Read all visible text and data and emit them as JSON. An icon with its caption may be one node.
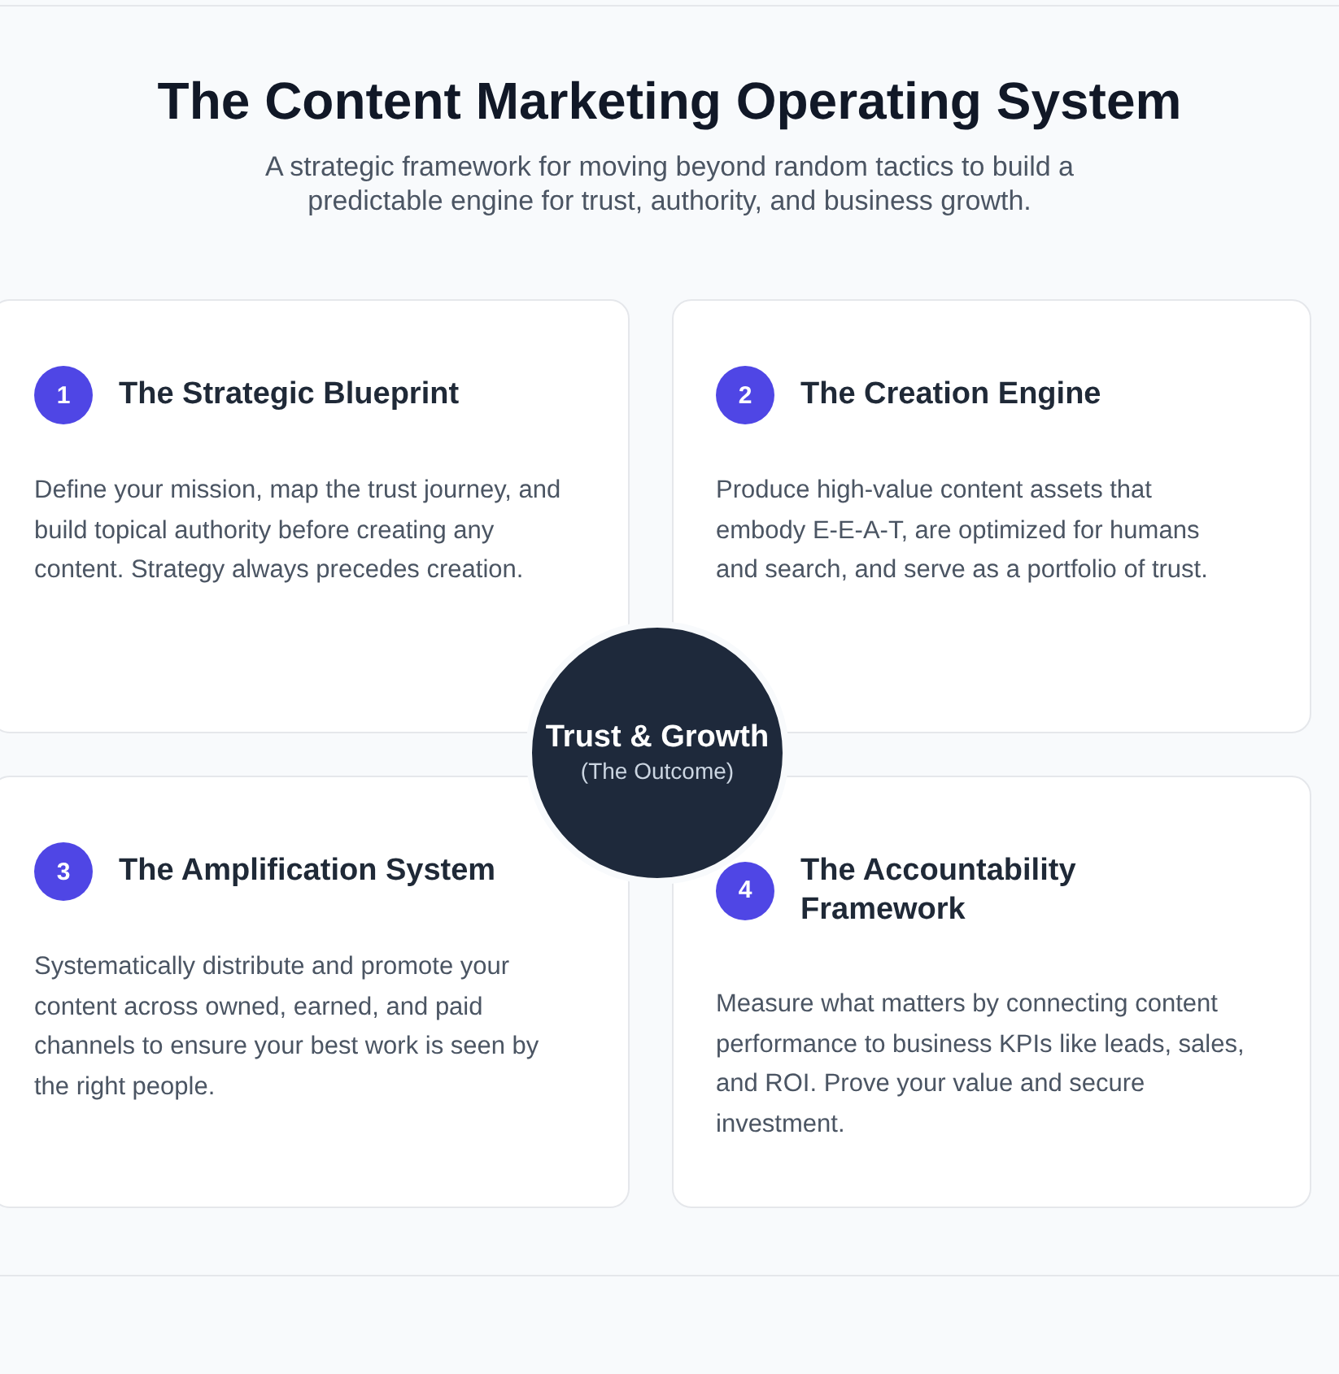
{
  "diagram": {
    "title": "The Content Marketing Operating System",
    "nodes": [
      {
        "text": [
          "The Strategic Blueprint",
          "Define your mission, map the trust journey, and build topical authority before creating any content. Strategy always precedes creation."
        ]
      },
      {
        "text": [
          "1"
        ],
        "in": 0
      },
      {
        "text": [
          "The Creation Engine",
          "Produce high-value content assets that embody E-E-A-T, are optimized for humans and search, and serve as a portfolio of trust."
        ]
      },
      {
        "text": [
          "2"
        ],
        "in": 2
      },
      {
        "text": [
          "The Amplification System",
          "Systematically distribute and promote your content across owned, earned, and paid channels to ensure your best work is seen by the right people."
        ]
      },
      {
        "text": [
          "3"
        ],
        "in": 4
      },
      {
        "text": [
          "The Accountability Framework",
          "Measure what matters by connecting content performance to business KPIs like leads, sales, and ROI. Prove your value and secure investment."
        ]
      },
      {
        "text": [
          "4"
        ],
        "in": 6
      },
      {
        "text": [
          "Trust & Growth",
          "(The Outcome)"
        ]
      }
    ],
    "labels": [
      "A strategic framework for moving beyond random tactics to build a predictable engine for trust, authority, and business growth."
    ]
  }
}
